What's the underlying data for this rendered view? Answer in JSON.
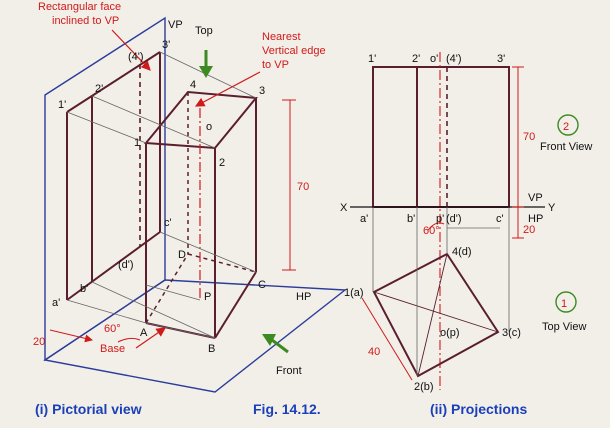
{
  "callouts": {
    "rect_face_1": "Rectangular face",
    "rect_face_2": "inclined to VP",
    "nearest_1": "Nearest",
    "nearest_2": "Vertical edge",
    "nearest_3": "to VP",
    "top": "Top",
    "front": "Front",
    "base": "Base",
    "hp": "HP",
    "vp": "VP"
  },
  "pictorial_labels": {
    "p1": "1'",
    "p2": "2'",
    "p3": "3'",
    "p4": "(4')",
    "n1": "1",
    "n2": "2",
    "n3": "3",
    "n4": "4",
    "o": "o",
    "c": "c'",
    "d": "(d')",
    "a": "a'",
    "b": "b'",
    "A": "A",
    "B": "B",
    "C": "C",
    "D": "D",
    "P": "P"
  },
  "dims": {
    "h70": "70",
    "w20": "20",
    "ang60": "60°",
    "w40": "40",
    "d20": "20",
    "h70b": "70",
    "ang60b": "60°"
  },
  "proj_labels": {
    "t1": "1'",
    "t2": "2'",
    "to": "o'",
    "t4": "(4')",
    "t3": "3'",
    "x": "X",
    "y": "Y",
    "vp": "VP",
    "hp": "HP",
    "a": "a'",
    "b": "b'",
    "p": "p'",
    "d": "(d')",
    "c": "c'",
    "q4": "4(d)",
    "q1": "1(a)",
    "q3": "3(c)",
    "q2": "2(b)",
    "qo": "o(p)"
  },
  "views": {
    "front_num": "2",
    "front": "Front View",
    "top_num": "1",
    "top": "Top View"
  },
  "captions": {
    "left": "(i) Pictorial view",
    "fig": "Fig. 14.12.",
    "right": "(ii) Projections"
  },
  "colors": {
    "edge": "#5a1e2e",
    "dim": "#d01a1a",
    "plane": "#2b3c9a",
    "arrow": "#3d8a22",
    "caption": "#1a3fb8"
  }
}
